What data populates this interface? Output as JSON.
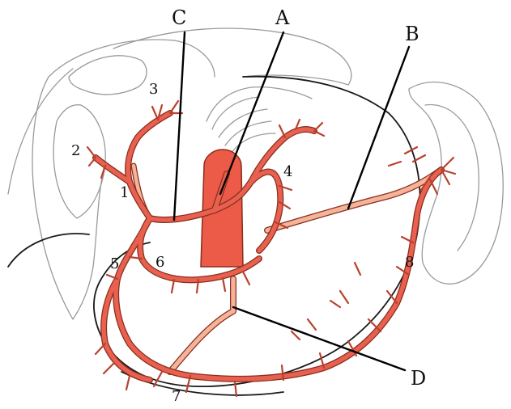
{
  "diagram": {
    "letter_labels": {
      "A": "A",
      "B": "B",
      "C": "C",
      "D": "D"
    },
    "number_labels": {
      "n1": "1",
      "n2": "2",
      "n3": "3",
      "n4": "4",
      "n5": "5",
      "n6": "6",
      "n7": "7",
      "n8": "8"
    },
    "colors": {
      "artery": "#e8604f",
      "artery_outline": "#8a2d1c",
      "aorta": "#ec5a48",
      "splenic_pale": "#f3b49a",
      "outline_gray": "#9a9a9a",
      "outline_dark": "#1a1a1a",
      "leader": "#000000"
    }
  }
}
